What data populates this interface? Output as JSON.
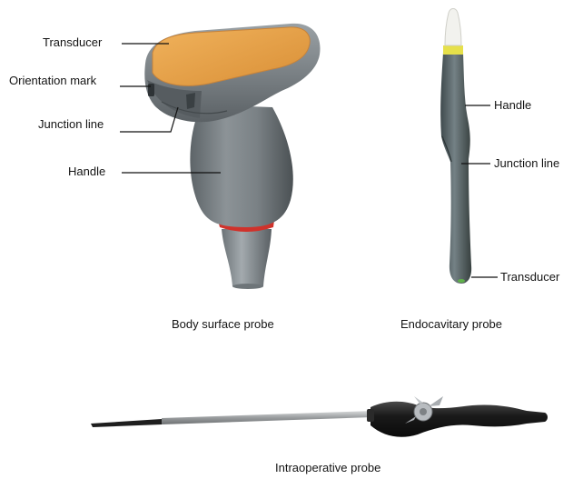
{
  "body_probe": {
    "caption": "Body surface probe",
    "labels": {
      "transducer": "Transducer",
      "orientation_mark": "Orientation mark",
      "junction_line": "Junction line",
      "handle": "Handle"
    }
  },
  "endo_probe": {
    "caption": "Endocavitary probe",
    "labels": {
      "handle": "Handle",
      "junction_line": "Junction line",
      "transducer": "Transducer"
    }
  },
  "intra_probe": {
    "caption": "Intraoperative probe"
  },
  "colors": {
    "transducer_face": "#e8a24a",
    "probe_body": "#7b8286",
    "red_ring": "#d0322b",
    "endo_tip": "#f2f2ee",
    "endo_tip_accent": "#e6e04a",
    "intra_body": "#1a1a1a"
  }
}
